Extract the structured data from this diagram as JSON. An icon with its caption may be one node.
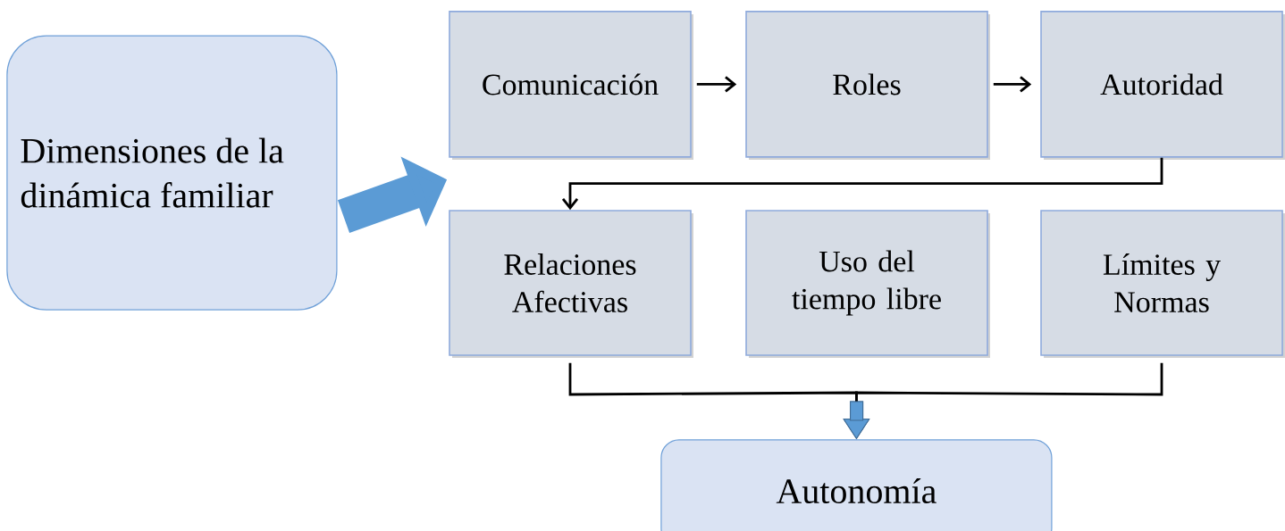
{
  "diagram": {
    "nodes": [
      {
        "text": [
          "Dimensiones de la dinámica familiar"
        ]
      },
      {
        "text": [
          "Comunicación"
        ]
      },
      {
        "text": [
          "Roles"
        ]
      },
      {
        "text": [
          "Autoridad"
        ]
      },
      {
        "text": [
          "Relaciones Afectivas"
        ]
      },
      {
        "text": [
          "Uso del tiempo libre"
        ]
      },
      {
        "text": [
          "Límites y Normas"
        ]
      },
      {
        "text": [
          "Autonomía"
        ]
      }
    ],
    "edges": [
      {
        "from": 0,
        "to": 4,
        "arrow": "to",
        "style": "thick",
        "color": "#5b9bd5"
      },
      {
        "from": 1,
        "to": 2,
        "arrow": "to"
      },
      {
        "from": 2,
        "to": 3,
        "arrow": "to"
      },
      {
        "from": 3,
        "to": 4,
        "arrow": "to"
      },
      {
        "from": 4,
        "to": 7,
        "arrow": "to"
      },
      {
        "from": 6,
        "to": 7,
        "arrow": "to"
      }
    ]
  }
}
